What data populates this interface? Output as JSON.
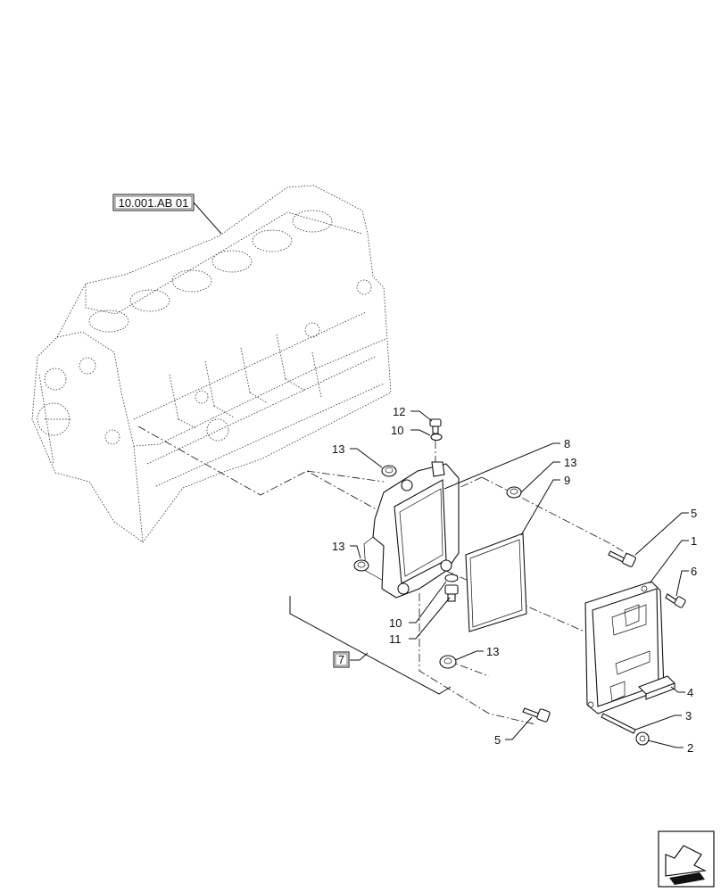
{
  "reference_box": "10.001.AB 01",
  "group_label": "7",
  "callouts": [
    "12",
    "10",
    "13",
    "8",
    "13",
    "9",
    "5",
    "1",
    "6",
    "13",
    "10",
    "11",
    "13",
    "4",
    "3",
    "5",
    "2"
  ],
  "nav_icon": "arrow-next-page-icon"
}
